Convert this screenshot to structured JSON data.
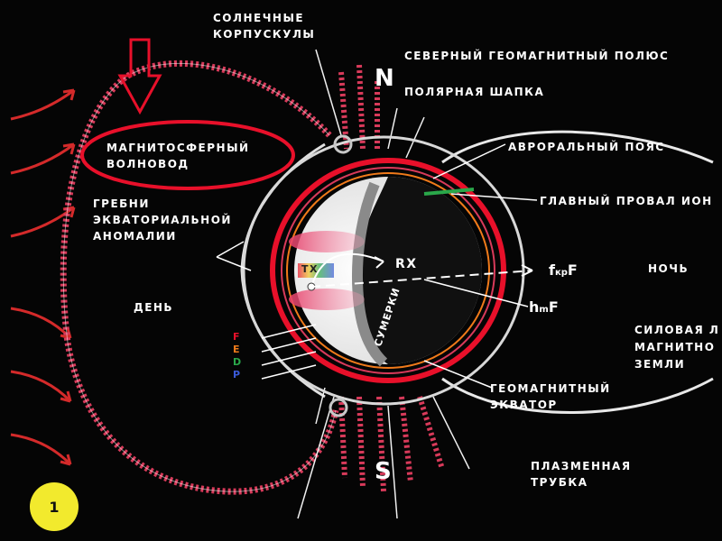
{
  "labels": {
    "solar_corpuscles": "СОЛНЕЧНЫЕ\nКОРПУСКУЛЫ",
    "north_geomagnetic_pole": "СЕВЕРНЫЙ ГЕОМАГНИТНЫЙ ПОЛЮС",
    "polar_cap": "ПОЛЯРНАЯ ШАПКА",
    "north": "N",
    "south": "S",
    "magnetospheric_waveguide": "МАГНИТОСФЕРНЫЙ\nВОЛНОВОД",
    "auroral_belt": "АВРОРАЛЬНЫЙ ПОЯС",
    "main_trough": "ГЛАВНЫЙ ПРОВАЛ ИОН",
    "equatorial_anomaly": "ГРЕБНИ\nЭКВАТОРИАЛЬНОЙ\nАНОМАЛИИ",
    "day": "ДЕНЬ",
    "night": "НОЧЬ",
    "rx": "RX",
    "tx": "TX",
    "fkpf": "f",
    "fkpf_sub": "кр",
    "fkpf_tail": "F",
    "hmf": "h",
    "hmf_sub": "m",
    "hmf_tail": "F",
    "field_lines": "СИЛОВАЯ Л\nМАГНИТНО\nЗЕМЛИ",
    "geomagnetic_equator": "ГЕОМАГНИТНЫЙ\nЭКВАТОР",
    "plasma_tube": "ПЛАЗМЕННАЯ\nТРУБКА",
    "twilight": "СУМЕРКИ",
    "layer_f": "F",
    "layer_e": "E",
    "layer_d": "D",
    "layer_p": "P",
    "figure_number": "1"
  },
  "colors": {
    "background": "#050505",
    "field_line": "#d83a5a",
    "highlight": "#e8102a",
    "badge": "#f2ea2d",
    "layer_f": "#e8102a",
    "layer_e": "#f07a1a",
    "layer_d": "#2aa84a",
    "layer_p": "#3a5ad8"
  }
}
